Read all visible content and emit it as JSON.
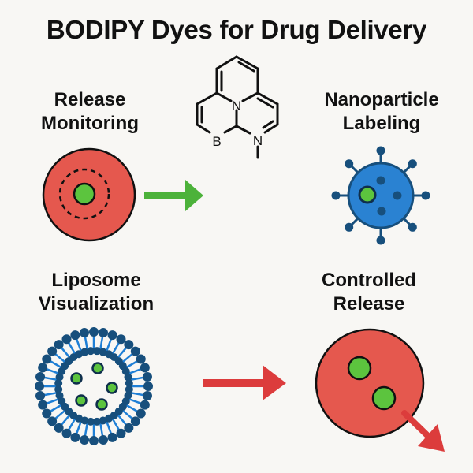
{
  "title": "BODIPY Dyes for Drug Delivery",
  "molecule": {
    "name": "BODIPY core structure",
    "atoms": {
      "n_top": "N",
      "n_bottom": "N",
      "boron": "B"
    }
  },
  "panels": {
    "release_monitoring": {
      "lines": [
        "Release",
        "Monitoring"
      ]
    },
    "nanoparticle_labeling": {
      "lines": [
        "Nanoparticle",
        "Labeling"
      ]
    },
    "liposome_visualization": {
      "lines": [
        "Liposome",
        "Visualization"
      ]
    },
    "controlled_release": {
      "lines": [
        "Controlled",
        "Release"
      ]
    }
  },
  "colors": {
    "background": "#f8f7f4",
    "red_particle": "#e5584e",
    "green_dye": "#5cc43e",
    "green_arrow": "#4cb23a",
    "red_arrow": "#dc3c3c",
    "nanoparticle_blue": "#2a82d2",
    "navy": "#174f7c",
    "lipid_tail": "#1e7fd6",
    "outline": "#111111"
  }
}
